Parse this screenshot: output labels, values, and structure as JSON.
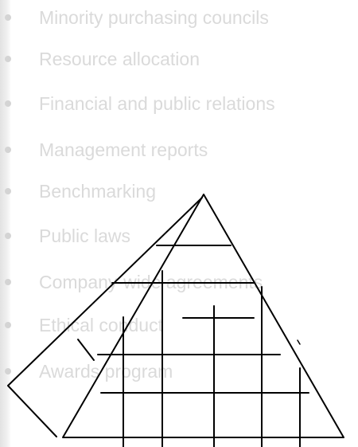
{
  "bullet_list": {
    "items": [
      "Minority purchasing councils",
      "Resource allocation",
      "Financial and public relations",
      "Management reports",
      "Benchmarking",
      "Public laws",
      "Company-wide agreements",
      "Ethical conduct",
      "Awards program"
    ]
  },
  "colors": {
    "page_background": "#ffffff",
    "faded_text": "#dadada",
    "bullet": "#d4d4d4",
    "line_drawing": "#000000"
  }
}
